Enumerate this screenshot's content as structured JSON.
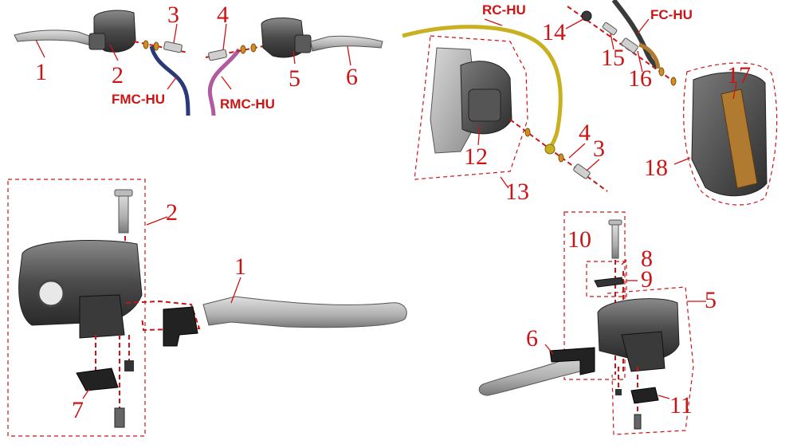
{
  "colors": {
    "callout": "#cc1414",
    "metal_light": "#c8c8c8",
    "metal_dark": "#4a4a4a",
    "body_dark": "#3a3a3a",
    "fmc_hose": "#2a3a78",
    "rmc_hose": "#b05aa0",
    "rc_hose": "#c8b020",
    "fc_hose": "#3a3a3a"
  },
  "top_left": {
    "n1": "1",
    "n2": "2",
    "n3": "3",
    "n4": "4",
    "n5": "5",
    "n6": "6",
    "fmc": "FMC-HU",
    "rmc": "RMC-HU"
  },
  "top_right": {
    "rc": "RC-HU",
    "fc": "FC-HU",
    "n14": "14",
    "n15": "15",
    "n16": "16",
    "n17": "17",
    "n18": "18",
    "n12": "12",
    "n13": "13",
    "n4": "4",
    "n3": "3"
  },
  "bottom_left": {
    "n2": "2",
    "n1": "1",
    "n7": "7"
  },
  "bottom_right": {
    "n10": "10",
    "n8": "8",
    "n9": "9",
    "n5": "5",
    "n6": "6",
    "n11": "11"
  }
}
